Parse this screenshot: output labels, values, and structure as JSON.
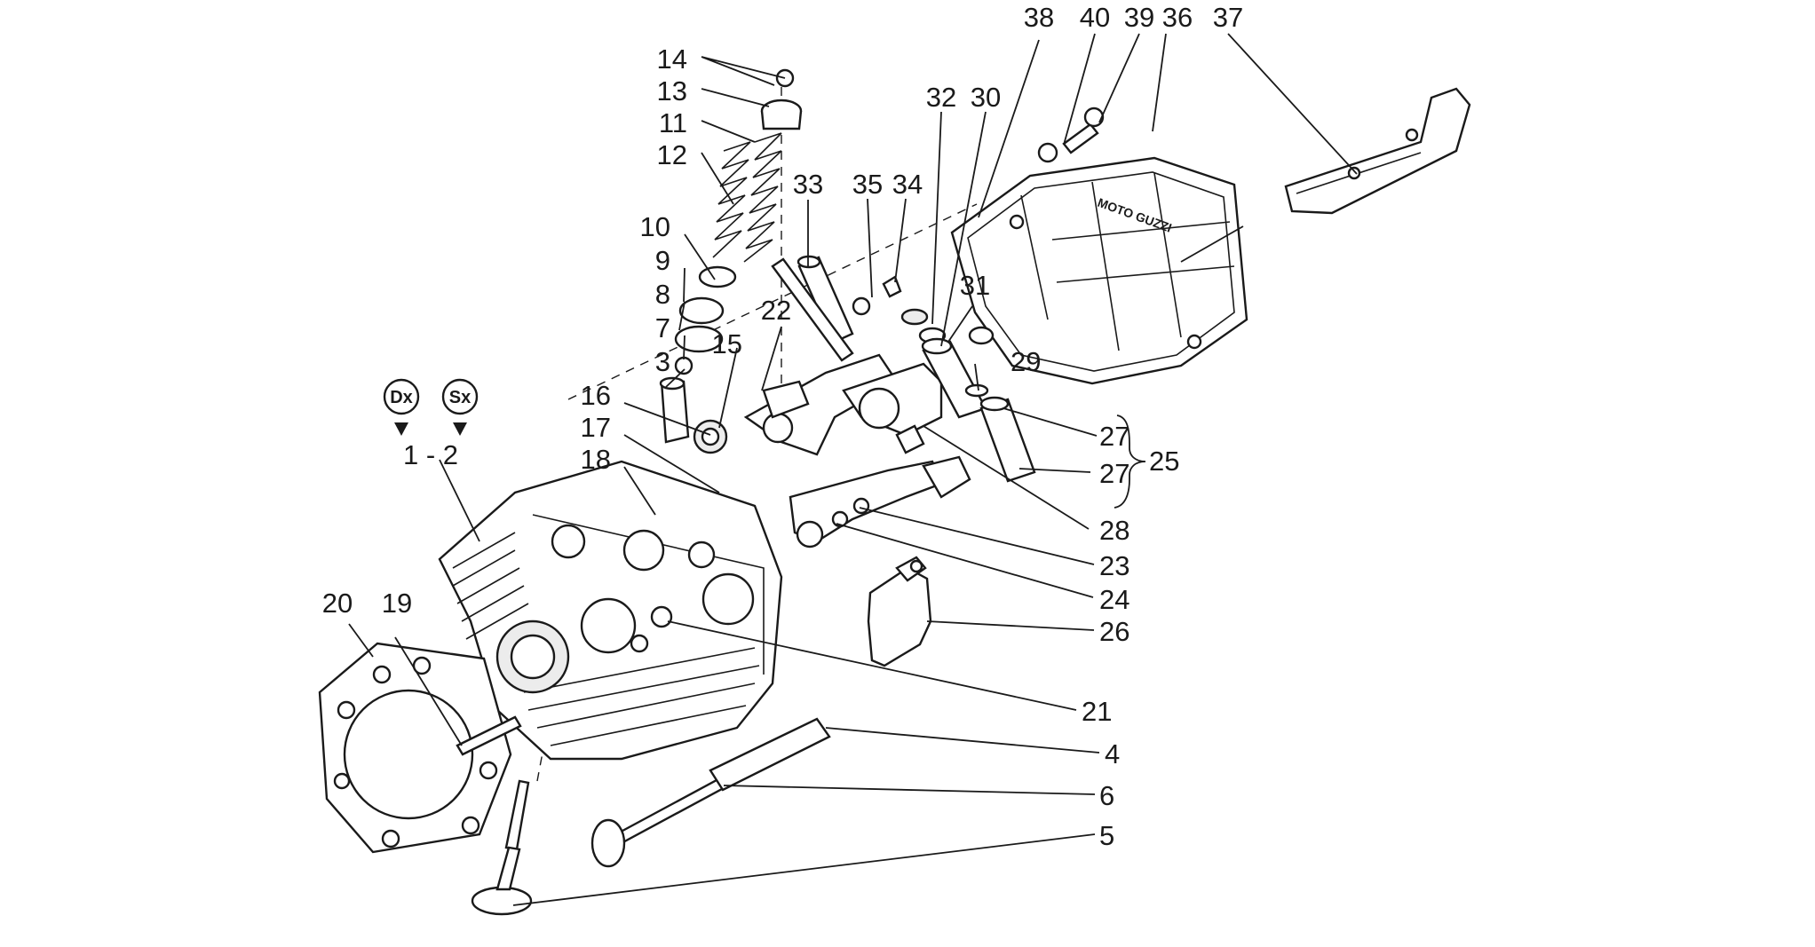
{
  "diagram": {
    "labels": {
      "l1_2": "1 - 2",
      "l3": "3",
      "l4": "4",
      "l5": "5",
      "l6": "6",
      "l7": "7",
      "l8": "8",
      "l9": "9",
      "l10": "10",
      "l11": "11",
      "l12": "12",
      "l13": "13",
      "l14": "14",
      "l15": "15",
      "l16": "16",
      "l17": "17",
      "l18": "18",
      "l19": "19",
      "l20": "20",
      "l21": "21",
      "l22": "22",
      "l23": "23",
      "l24": "24",
      "l25": "25",
      "l26": "26",
      "l27": "27",
      "l28": "28",
      "l29": "29",
      "l30": "30",
      "l31": "31",
      "l32": "32",
      "l33": "33",
      "l34": "34",
      "l35": "35",
      "l36": "36",
      "l37": "37",
      "l38": "38",
      "l39": "39",
      "l40": "40"
    },
    "badges": {
      "right": "Dx",
      "left": "Sx"
    }
  }
}
